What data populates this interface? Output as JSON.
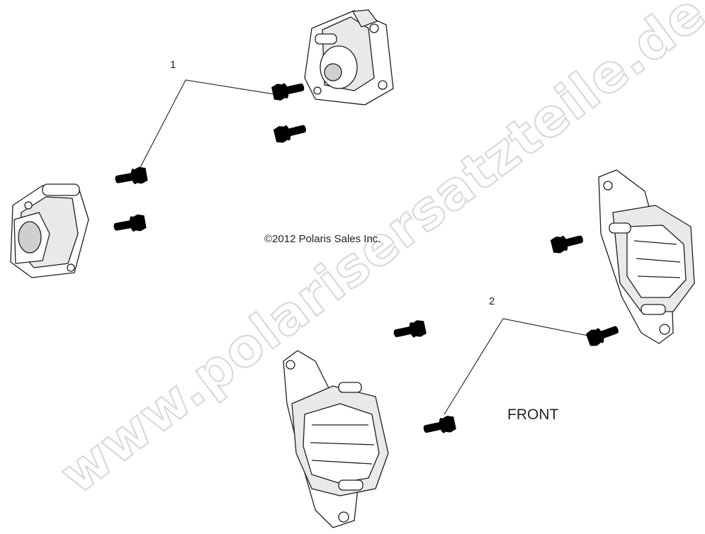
{
  "diagram": {
    "copyright": "©2012 Polaris Sales Inc.",
    "front_label": "FRONT",
    "watermark": "www.polarisersatzteile.de",
    "callouts": [
      {
        "label": "1"
      },
      {
        "label": "2"
      }
    ],
    "parts": [
      {
        "icon": "rear-brake-caliper-top"
      },
      {
        "icon": "rear-brake-caliper-left"
      },
      {
        "icon": "front-brake-caliper-right"
      },
      {
        "icon": "front-brake-caliper-bottom"
      },
      {
        "icon": "flange-bolt"
      }
    ]
  }
}
